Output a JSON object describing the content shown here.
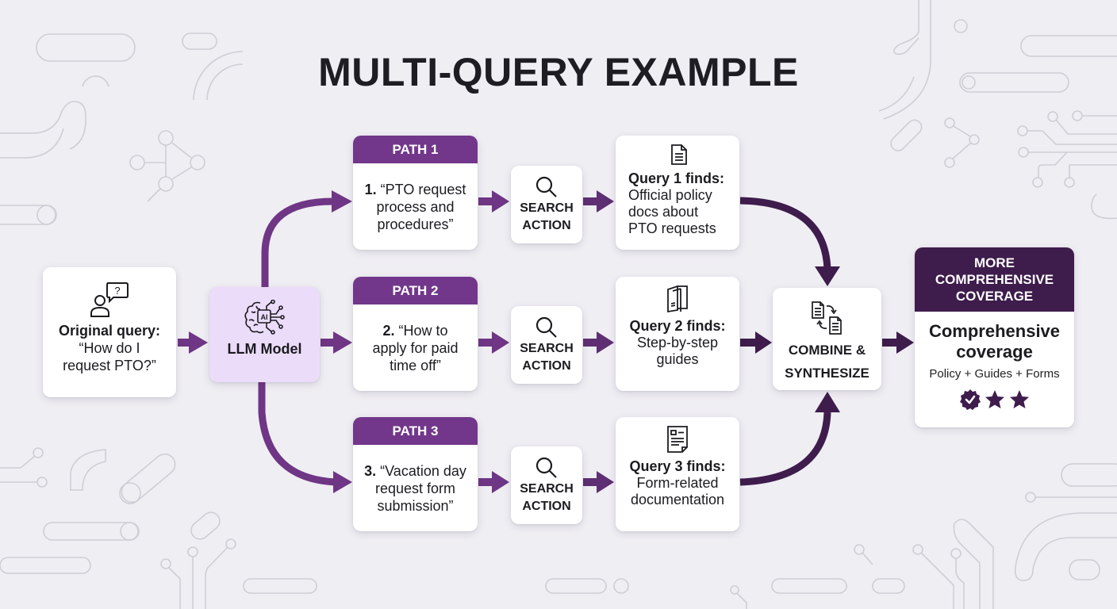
{
  "title": "MULTI-QUERY EXAMPLE",
  "colors": {
    "background": "#efeef3",
    "path_header": "#72378a",
    "arrow_light": "#6f3685",
    "arrow_dark": "#3e1c4c",
    "llm_bg": "#ebdcfa",
    "outcome_header": "#3e1c4c",
    "deco_stroke": "#cfced6"
  },
  "original": {
    "icon": "user-question-icon",
    "heading": "Original query:",
    "lines": [
      "“How do I",
      "request PTO?”"
    ]
  },
  "llm": {
    "icon": "ai-brain-icon",
    "label": "LLM Model"
  },
  "paths": [
    {
      "header": "PATH 1",
      "number": "1.",
      "lines": [
        "“PTO request",
        "process and",
        "procedures”"
      ],
      "search": {
        "icon": "search-icon",
        "lines": [
          "SEARCH",
          "ACTION"
        ]
      },
      "result": {
        "icon": "document-icon",
        "heading": "Query 1 finds:",
        "lines": [
          "Official policy",
          "docs about",
          "PTO requests"
        ]
      }
    },
    {
      "header": "PATH 2",
      "number": "2.",
      "lines": [
        "“How to",
        "apply for paid",
        "time off”"
      ],
      "search": {
        "icon": "search-icon",
        "lines": [
          "SEARCH",
          "ACTION"
        ]
      },
      "result": {
        "icon": "guide-booklet-icon",
        "heading": "Query 2 finds:",
        "lines": [
          "Step-by-step",
          "guides"
        ]
      }
    },
    {
      "header": "PATH 3",
      "number": "3.",
      "lines": [
        "“Vacation day",
        "request form",
        "submission”"
      ],
      "search": {
        "icon": "search-icon",
        "lines": [
          "SEARCH",
          "ACTION"
        ]
      },
      "result": {
        "icon": "form-icon",
        "heading": "Query 3 finds:",
        "lines": [
          "Form-related",
          "documentation"
        ]
      }
    }
  ],
  "combine": {
    "icon": "documents-swap-icon",
    "lines": [
      "COMBINE &",
      "SYNTHESIZE"
    ]
  },
  "outcome": {
    "header_lines": [
      "MORE",
      "COMPREHENSIVE",
      "COVERAGE"
    ],
    "big_lines": [
      "Comprehensive",
      "coverage"
    ],
    "subtitle": "Policy + Guides + Forms",
    "rating_icons": [
      "verified-badge-icon",
      "star-icon",
      "star-icon"
    ]
  }
}
